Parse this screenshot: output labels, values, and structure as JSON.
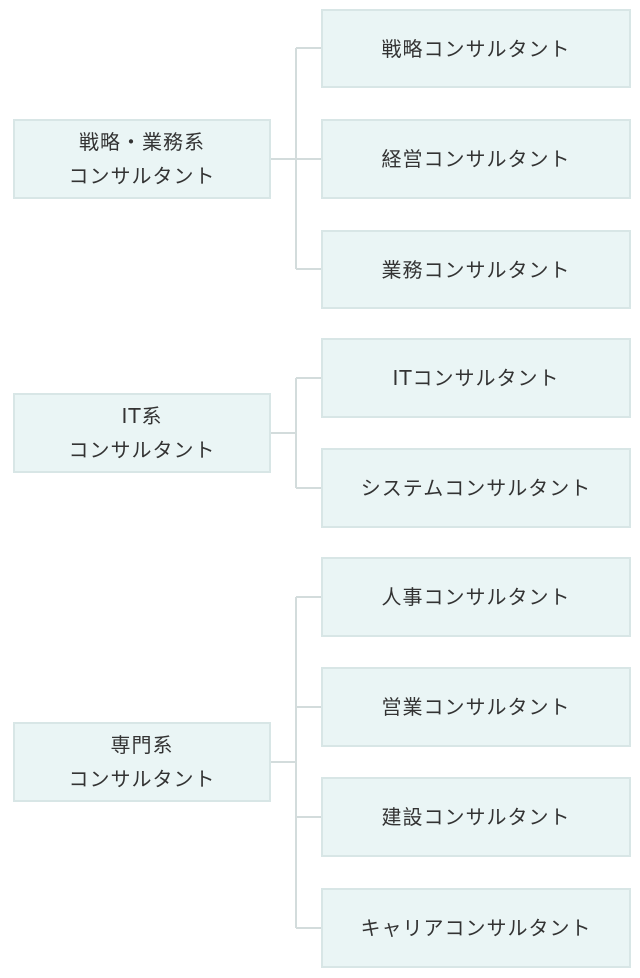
{
  "colors": {
    "box_fill": "#eaf5f5",
    "box_border": "#d8e6e6",
    "connector": "#d3dcdc",
    "text": "#333333"
  },
  "groups": [
    {
      "parent": {
        "line1": "戦略・業務系",
        "line2": "コンサルタント"
      },
      "children": [
        "戦略コンサルタント",
        "経営コンサルタント",
        "業務コンサルタント"
      ]
    },
    {
      "parent": {
        "line1": "IT系",
        "line2": "コンサルタント"
      },
      "children": [
        "ITコンサルタント",
        "システムコンサルタント"
      ]
    },
    {
      "parent": {
        "line1": "専門系",
        "line2": "コンサルタント"
      },
      "children": [
        "人事コンサルタント",
        "営業コンサルタント",
        "建設コンサルタント",
        "キャリアコンサルタント"
      ]
    }
  ]
}
